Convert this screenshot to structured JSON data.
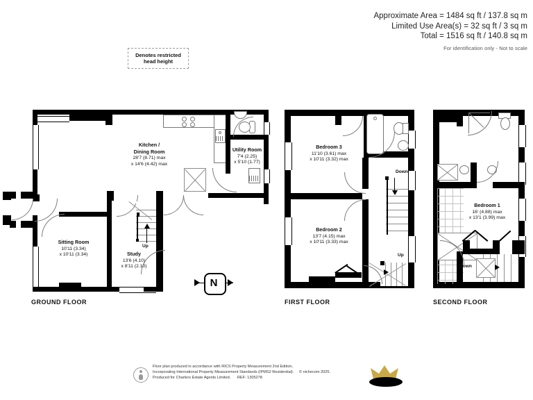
{
  "header": {
    "approximate_area": "Approximate Area = 1484 sq ft / 137.8 sq m",
    "limited_use_area": "Limited Use Area(s) = 32 sq ft / 3 sq m",
    "total_area": "Total = 1516 sq ft / 140.8 sq m",
    "disclaimer": "For identification only - Not to scale"
  },
  "legend": {
    "line1": "Denotes restricted",
    "line2": "head height"
  },
  "compass": {
    "north_label": "N"
  },
  "floors": [
    {
      "id": "ground",
      "label": "GROUND FLOOR",
      "rooms": [
        {
          "name": "Kitchen /",
          "name2": "Dining Room",
          "dim1": "28'7 (8.71) max",
          "dim2": "x 14'6 (4.42) max"
        },
        {
          "name": "Utility Room",
          "dim1": "7'4 (2.25)",
          "dim2": "x 5'10 (1.77)"
        },
        {
          "name": "Sitting Room",
          "dim1": "10'11 (3.34)",
          "dim2": "x 10'11 (3.34)"
        },
        {
          "name": "Study",
          "dim1": "13'6 (4.10)",
          "dim2": "x 8'11 (2.10)"
        }
      ],
      "stair_label": "Up"
    },
    {
      "id": "first",
      "label": "FIRST FLOOR",
      "rooms": [
        {
          "name": "Bedroom 3",
          "dim1": "11'10 (3.61) max",
          "dim2": "x 10'11 (3.32) max"
        },
        {
          "name": "Bedroom 2",
          "dim1": "13'7 (4.15) max",
          "dim2": "x 10'11 (3.33) max"
        }
      ],
      "stair_down_label": "Down",
      "stair_up_label": "Up"
    },
    {
      "id": "second",
      "label": "SECOND FLOOR",
      "rooms": [
        {
          "name": "Bedroom 1",
          "dim1": "16' (4.88) max",
          "dim2": "x 13'1 (3.99) max"
        }
      ],
      "stair_down_label": "Down"
    }
  ],
  "footer": {
    "line1": "Floor plan produced in accordance with RICS Property Measurement 2nd Edition,",
    "line2": "Incorporating International Property Measurement Standards (IPMS2 Residential).",
    "copyright": "© nichecom 2025.",
    "line3": "Produced for Charters Estate Agents Limited.",
    "reference": "REF: 1305278"
  },
  "colors": {
    "wall": "#000000",
    "fixture_stroke": "#767676",
    "hatch": "#b9b9b9",
    "crown_gold": "#c9a84c"
  }
}
